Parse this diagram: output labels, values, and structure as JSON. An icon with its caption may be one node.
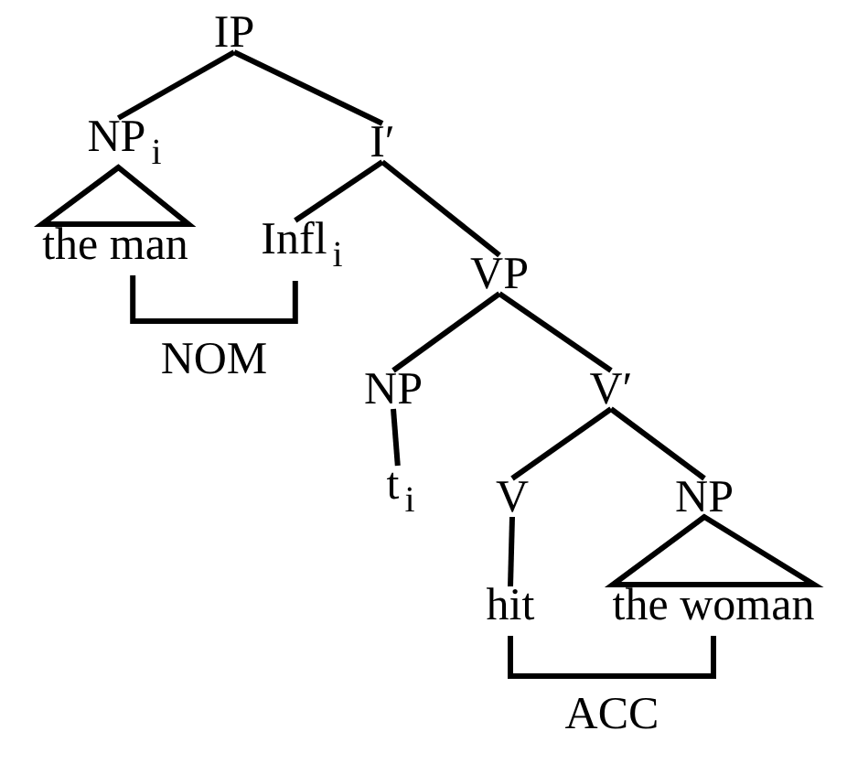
{
  "diagram": {
    "nodes": [
      {
        "text": [
          "IP"
        ]
      },
      {
        "text": [
          "NP$_{i}$"
        ]
      },
      {
        "text": [
          "I′"
        ]
      },
      {
        "text": [
          "the man"
        ]
      },
      {
        "text": [
          "Infl$_{i}$"
        ]
      },
      {
        "text": [
          "VP"
        ]
      },
      {
        "text": [
          "NP"
        ]
      },
      {
        "text": [
          "V′"
        ]
      },
      {
        "text": [
          "t$_{i}$"
        ]
      },
      {
        "text": [
          "V"
        ]
      },
      {
        "text": [
          "NP"
        ]
      },
      {
        "text": [
          "hit"
        ]
      },
      {
        "text": [
          "the woman"
        ]
      }
    ],
    "edges": [
      {
        "from": 0,
        "to": 1,
        "arrow": "none"
      },
      {
        "from": 0,
        "to": 2,
        "arrow": "none"
      },
      {
        "from": 1,
        "to": 3,
        "arrow": "none"
      },
      {
        "from": 2,
        "to": 4,
        "arrow": "none"
      },
      {
        "from": 2,
        "to": 5,
        "arrow": "none"
      },
      {
        "from": 3,
        "to": 4,
        "arrow": "none",
        "label": "NOM"
      },
      {
        "from": 5,
        "to": 6,
        "arrow": "none"
      },
      {
        "from": 5,
        "to": 7,
        "arrow": "none"
      },
      {
        "from": 6,
        "to": 8,
        "arrow": "none"
      },
      {
        "from": 7,
        "to": 9,
        "arrow": "none"
      },
      {
        "from": 7,
        "to": 10,
        "arrow": "none"
      },
      {
        "from": 9,
        "to": 11,
        "arrow": "none"
      },
      {
        "from": 10,
        "to": 12,
        "arrow": "none"
      },
      {
        "from": 11,
        "to": 12,
        "arrow": "none",
        "label": "ACC"
      }
    ]
  }
}
